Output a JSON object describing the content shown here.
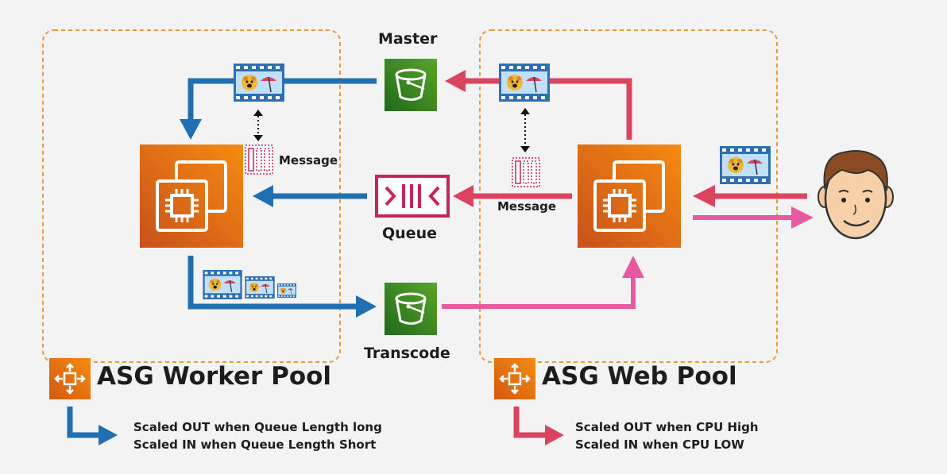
{
  "labels": {
    "master": "Master",
    "queue": "Queue",
    "transcode": "Transcode",
    "message_left": "Message",
    "message_right": "Message"
  },
  "pools": {
    "worker": {
      "title": "ASG Worker Pool",
      "scale_out": "Scaled OUT when Queue Length long",
      "scale_in": "Scaled IN when Queue Length Short"
    },
    "web": {
      "title": "ASG Web Pool",
      "scale_out": "Scaled OUT when CPU High",
      "scale_in": "Scaled IN when CPU LOW"
    }
  },
  "icons": {
    "ec2": "ec2-instance-icon",
    "s3": "s3-bucket-icon",
    "sqs": "sqs-queue-icon",
    "asg": "auto-scaling-icon",
    "video": "video-file-icon",
    "message": "message-icon",
    "user": "user-avatar-icon"
  },
  "colors": {
    "worker_flow": "#1f6fb2",
    "web_flow": "#d9455f",
    "output_flow": "#e85aa0",
    "ec2": "#e8700f",
    "s3": "#3b8a1e",
    "sqs": "#c4255f",
    "pool_border": "#e89a3c"
  }
}
